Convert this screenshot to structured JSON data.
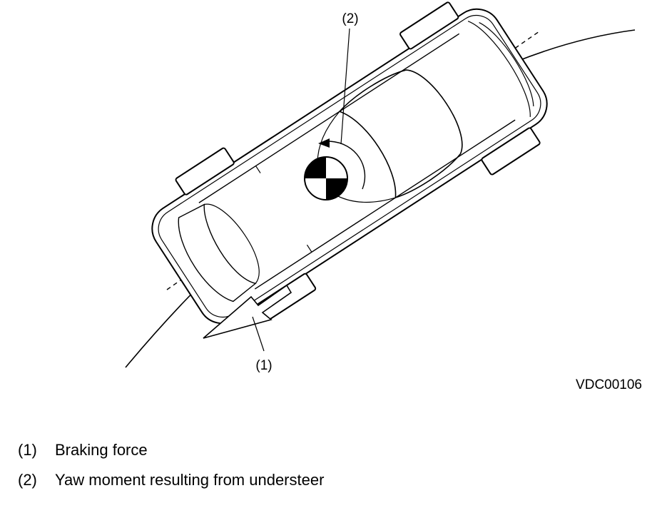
{
  "callouts": {
    "braking_force": "(1)",
    "yaw_moment": "(2)"
  },
  "figure_code": "VDC00106",
  "legend": [
    {
      "number": "(1)",
      "text": "Braking force"
    },
    {
      "number": "(2)",
      "text": "Yaw moment resulting from understeer"
    }
  ]
}
